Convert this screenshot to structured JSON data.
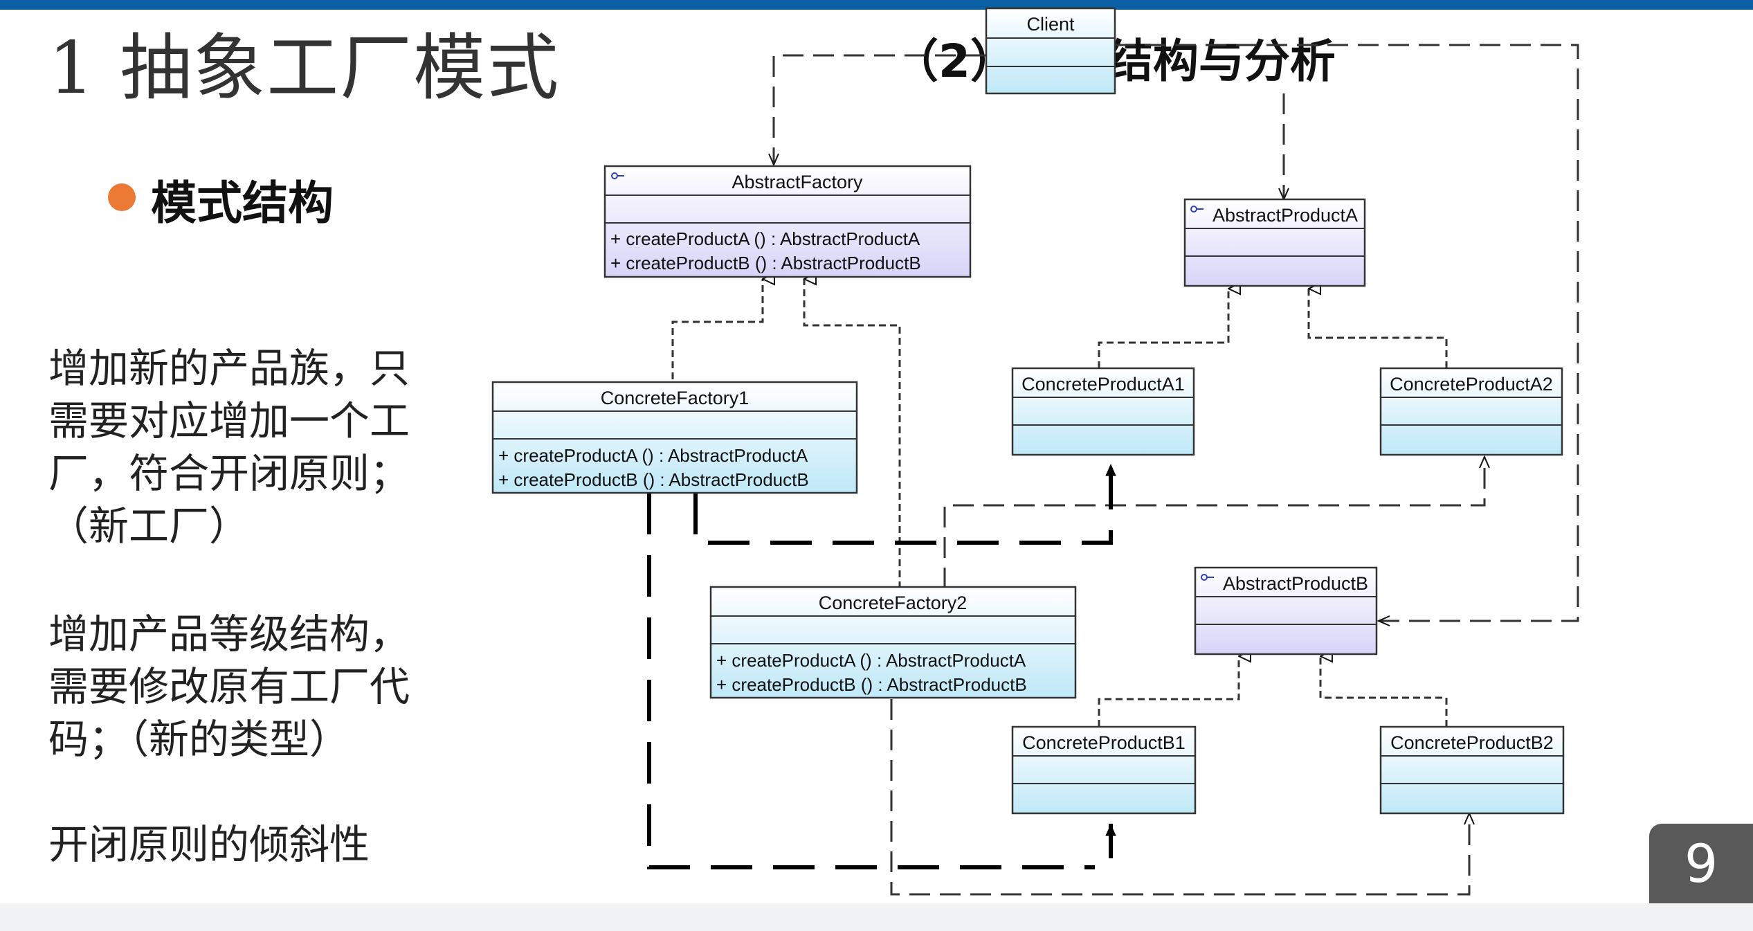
{
  "page": {
    "title": "1 抽象工厂模式",
    "bullet": "模式结构",
    "section_heading": "（2）模式结构与分析",
    "notes": [
      [
        "增加新的产品族，只",
        "需要对应增加一个工",
        "厂，符合开闭原则；",
        "（新工厂）"
      ],
      [
        "增加产品等级结构，",
        "需要修改原有工厂代",
        "码；（新的类型）"
      ],
      [
        "开闭原则的倾斜性"
      ]
    ],
    "page_number": "9"
  },
  "colors": {
    "top_bar": "#0b5fa5",
    "bullet": "#ec7a34",
    "abstract_class_fill": "#d8d4f8",
    "concrete_class_fill": "#bfe8f8",
    "page_number_box": "#595959"
  },
  "diagram": {
    "classes": {
      "client": {
        "name": "Client",
        "methods": []
      },
      "abstract_factory": {
        "name": "AbstractFactory",
        "icon": "interface-icon",
        "methods": [
          "+ createProductA () : AbstractProductA",
          "+ createProductB () : AbstractProductB"
        ]
      },
      "concrete_factory_1": {
        "name": "ConcreteFactory1",
        "methods": [
          "+ createProductA () : AbstractProductA",
          "+ createProductB () : AbstractProductB"
        ]
      },
      "concrete_factory_2": {
        "name": "ConcreteFactory2",
        "methods": [
          "+ createProductA () : AbstractProductA",
          "+ createProductB () : AbstractProductB"
        ]
      },
      "abstract_product_a": {
        "name": "AbstractProductA",
        "icon": "interface-icon",
        "methods": []
      },
      "concrete_product_a1": {
        "name": "ConcreteProductA1",
        "methods": []
      },
      "concrete_product_a2": {
        "name": "ConcreteProductA2",
        "methods": []
      },
      "abstract_product_b": {
        "name": "AbstractProductB",
        "icon": "interface-icon",
        "methods": []
      },
      "concrete_product_b1": {
        "name": "ConcreteProductB1",
        "methods": []
      },
      "concrete_product_b2": {
        "name": "ConcreteProductB2",
        "methods": []
      }
    }
  }
}
